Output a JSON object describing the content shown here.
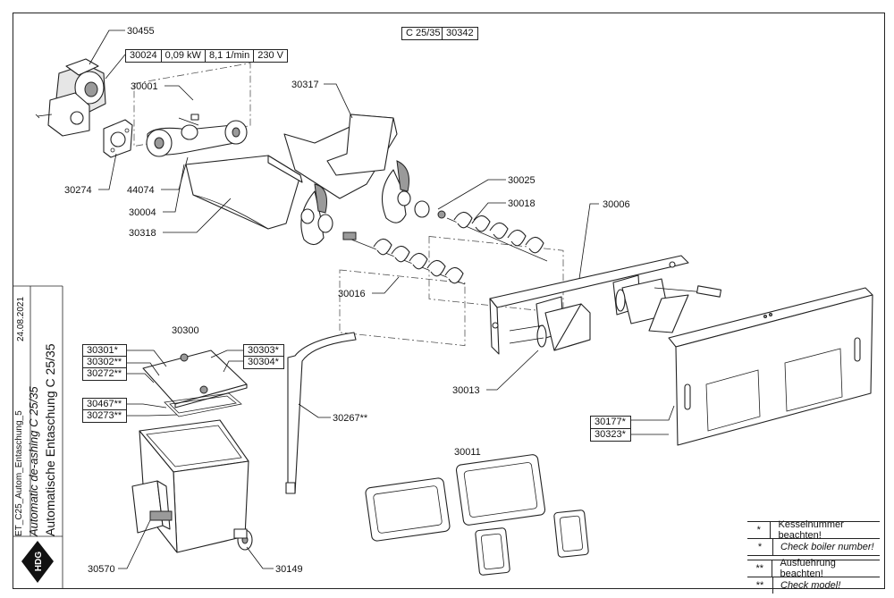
{
  "header": {
    "model": "C 25/35",
    "number": "30342"
  },
  "motor_spec": [
    "30024",
    "0,09 kW",
    "8,1 1/min",
    "230 V"
  ],
  "title_block": {
    "title_de": "Automatische Entaschung C 25/35",
    "title_en": "Automatic de-ashing C 25/35",
    "file": "ET_C25_Autom_Entaschung_5",
    "date": "24.08.2021",
    "logo": "HDG"
  },
  "part_labels": {
    "p30455": "30455",
    "p30001": "30001",
    "p30317": "30317",
    "p30274": "30274",
    "p44074": "44074",
    "p30004": "30004",
    "p30318": "30318",
    "p30025": "30025",
    "p30018": "30018",
    "p30006": "30006",
    "p30016": "30016",
    "p30013": "30013",
    "p30300": "30300",
    "p30267": "30267**",
    "p30011": "30011",
    "p30570": "30570",
    "p30149": "30149"
  },
  "boxed_labels": {
    "b30301": "30301*",
    "b30302": "30302**",
    "b30272": "30272**",
    "b30303": "30303*",
    "b30304": "30304*",
    "b30467": "30467**",
    "b30273": "30273**",
    "b30177": "30177*",
    "b30323": "30323*"
  },
  "legend": [
    {
      "symbol": "*",
      "text": "Kesselnummer beachten!"
    },
    {
      "symbol": "*",
      "text": "Check boiler number!"
    },
    {
      "symbol": "**",
      "text": "Ausfuehrung beachten!"
    },
    {
      "symbol": "**",
      "text": "Check model!"
    }
  ]
}
